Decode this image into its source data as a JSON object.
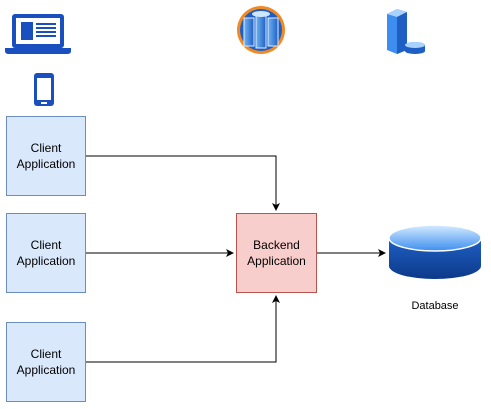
{
  "diagram": {
    "clients": [
      {
        "label": "Client\nApplication"
      },
      {
        "label": "Client\nApplication"
      },
      {
        "label": "Client\nApplication"
      }
    ],
    "backend": {
      "label": "Backend\nApplication"
    },
    "database": {
      "label": "Database"
    },
    "icons": [
      "laptop-icon",
      "smartphone-icon",
      "server-cluster-icon",
      "server-database-icon",
      "database-cylinder-icon"
    ],
    "colors": {
      "client_fill": "#dae8fc",
      "client_stroke": "#6c8ebf",
      "backend_fill": "#f8cecc",
      "backend_stroke": "#b85450",
      "icon_blue": "#1a4fbf",
      "db_blue": "#1f5fc4"
    }
  }
}
